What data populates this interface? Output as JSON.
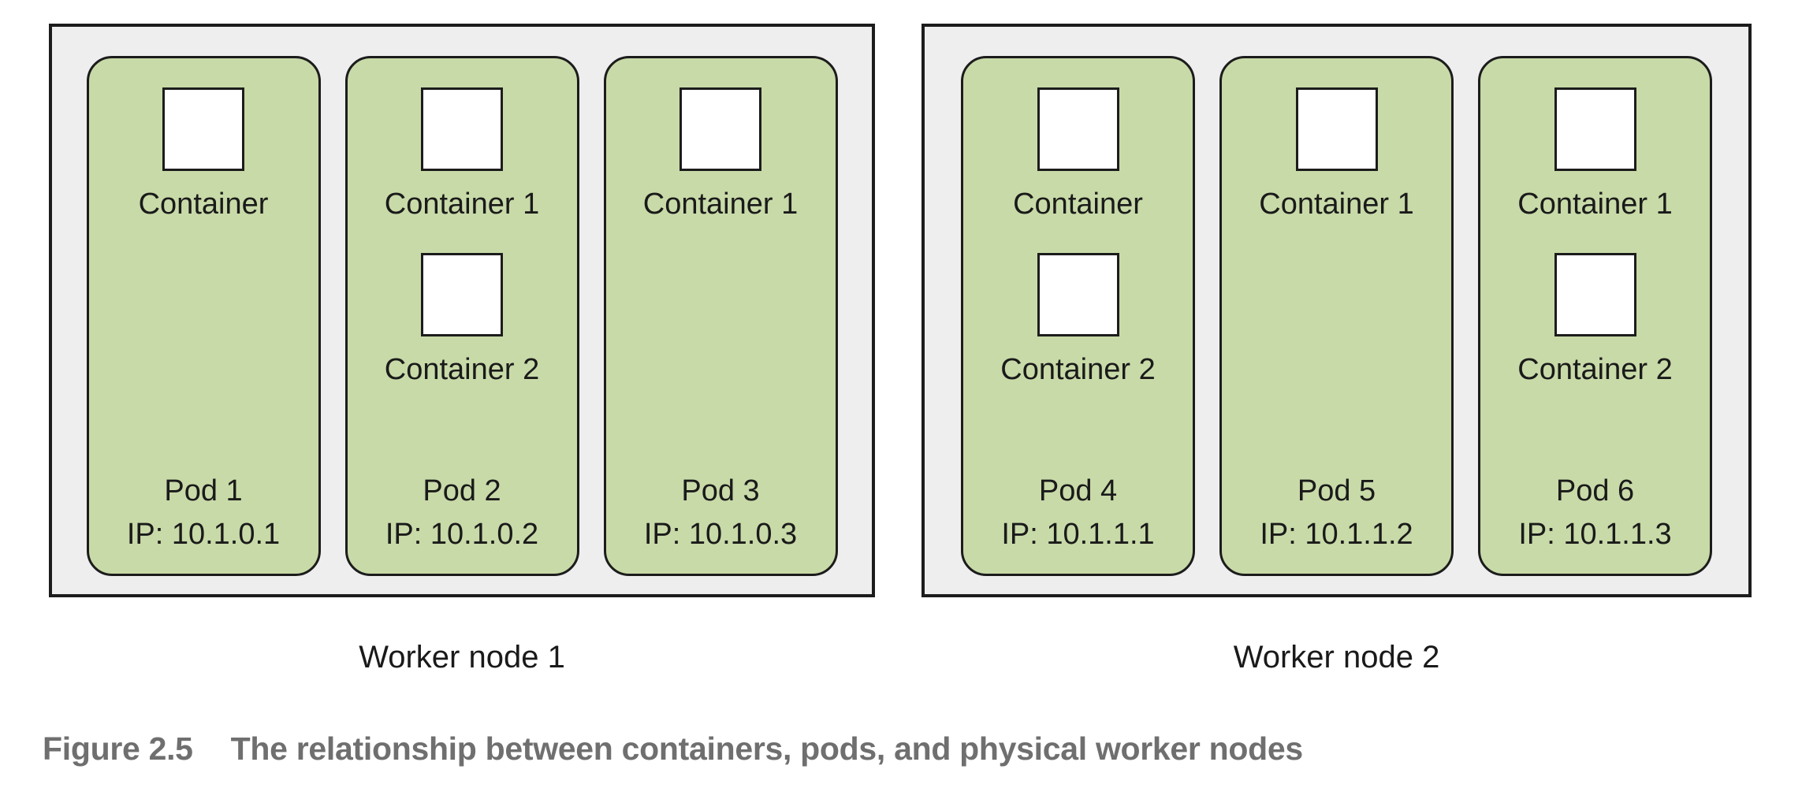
{
  "nodes": [
    {
      "label": "Worker node 1",
      "pods": [
        {
          "name": "Pod 1",
          "ip": "IP: 10.1.0.1",
          "containers": [
            "Container"
          ]
        },
        {
          "name": "Pod 2",
          "ip": "IP: 10.1.0.2",
          "containers": [
            "Container 1",
            "Container 2"
          ]
        },
        {
          "name": "Pod 3",
          "ip": "IP: 10.1.0.3",
          "containers": [
            "Container 1"
          ]
        }
      ]
    },
    {
      "label": "Worker node 2",
      "pods": [
        {
          "name": "Pod 4",
          "ip": "IP: 10.1.1.1",
          "containers": [
            "Container",
            "Container 2"
          ]
        },
        {
          "name": "Pod 5",
          "ip": "IP: 10.1.1.2",
          "containers": [
            "Container 1"
          ]
        },
        {
          "name": "Pod 6",
          "ip": "IP: 10.1.1.3",
          "containers": [
            "Container 1",
            "Container 2"
          ]
        }
      ]
    }
  ],
  "caption": {
    "label": "Figure 2.5",
    "text": "The relationship between containers, pods, and physical worker nodes"
  },
  "colors": {
    "pod_fill": "#c8daa8",
    "node_fill": "#eeeeee",
    "border": "#1c1c1c",
    "text": "#1a1a1a",
    "caption_text": "#6f6f6f",
    "container_fill": "#ffffff"
  }
}
